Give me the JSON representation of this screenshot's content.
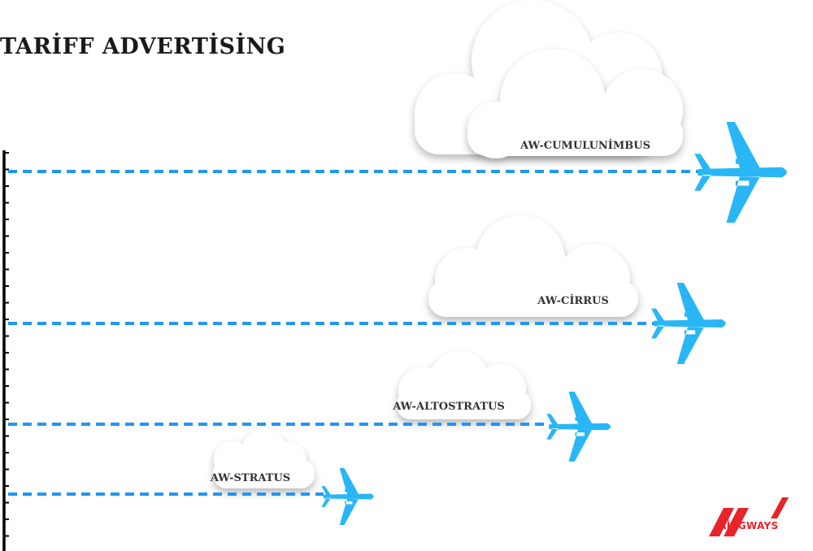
{
  "title": "TARİFF ADVERTİSİNG",
  "tariffs": [
    {
      "label": "AW-CUMULUNİMBUS"
    },
    {
      "label": "AW-CİRRUS"
    },
    {
      "label": "AW-ALTOSTRATUS"
    },
    {
      "label": "AW-STRATUS"
    }
  ],
  "brand": {
    "name": "AİRGWAYS"
  },
  "colors": {
    "dash_line": "#2196f3",
    "plane": "#29b6f6",
    "axis": "#000000",
    "cloud": "#ffffff",
    "brand": "#e8232a"
  },
  "icons": [
    "cloud-icon",
    "airplane-icon",
    "airgways-logo"
  ]
}
